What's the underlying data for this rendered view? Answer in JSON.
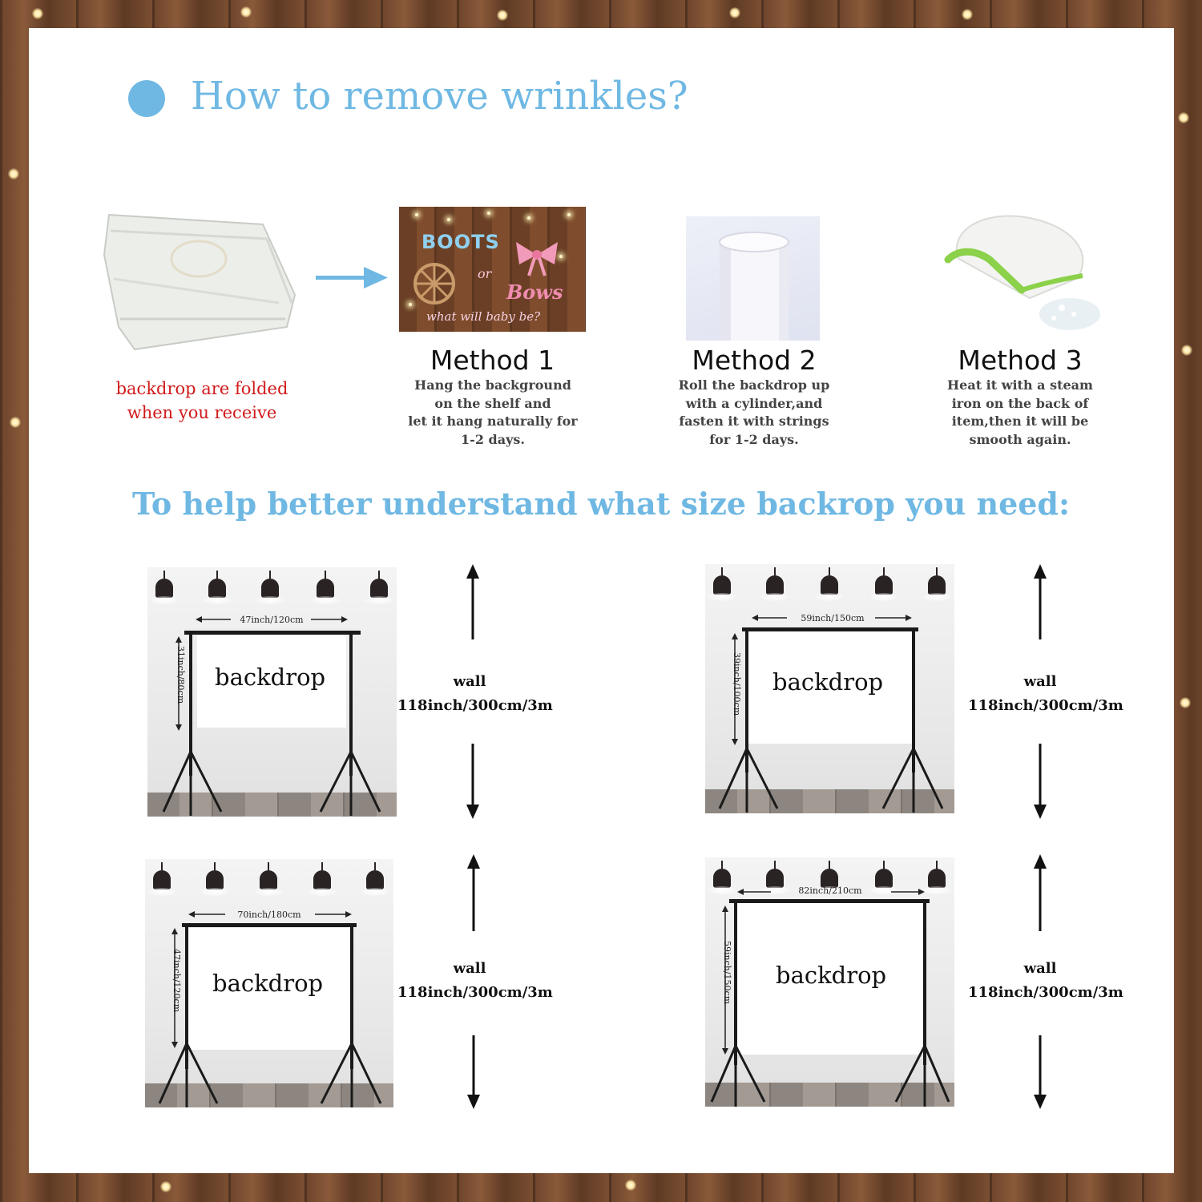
{
  "title": "How to remove wrinkles?",
  "folded_caption": [
    "backdrop are folded",
    "when you receive"
  ],
  "product_image": {
    "line1": "BOOTS",
    "line2": "or",
    "line3": "Bows",
    "line4": "what will baby be?"
  },
  "methods": [
    {
      "title": "Method 1",
      "description": [
        "Hang the background",
        "on the shelf and",
        "let it hang naturally for",
        "1-2 days."
      ]
    },
    {
      "title": "Method 2",
      "description": [
        "Roll the backdrop up",
        "with a cylinder,and",
        "fasten it with strings",
        "for 1-2 days."
      ]
    },
    {
      "title": "Method 3",
      "description": [
        "Heat it with a steam",
        "iron on the back of",
        "item,then it will be",
        "smooth again."
      ]
    }
  ],
  "subtitle": "To help better understand what size backrop you need:",
  "sizes": [
    {
      "width_label": "47inch/120cm",
      "height_label": "31inch/80cm",
      "backdrop_label": "backdrop",
      "wall_label": "wall",
      "wall_size": "118inch/300cm/3m"
    },
    {
      "width_label": "59inch/150cm",
      "height_label": "39inch/100cm",
      "backdrop_label": "backdrop",
      "wall_label": "wall",
      "wall_size": "118inch/300cm/3m"
    },
    {
      "width_label": "70inch/180cm",
      "height_label": "47inch/120cm",
      "backdrop_label": "backdrop",
      "wall_label": "wall",
      "wall_size": "118inch/300cm/3m"
    },
    {
      "width_label": "82inch/210cm",
      "height_label": "59inch/150cm",
      "backdrop_label": "backdrop",
      "wall_label": "wall",
      "wall_size": "118inch/300cm/3m"
    }
  ],
  "colors": {
    "accent_blue": "#6fb8e3",
    "caption_red": "#d11a1a"
  },
  "icons": [
    "bullet-dot-icon",
    "arrow-right-icon",
    "wall-height-arrow-icon"
  ]
}
